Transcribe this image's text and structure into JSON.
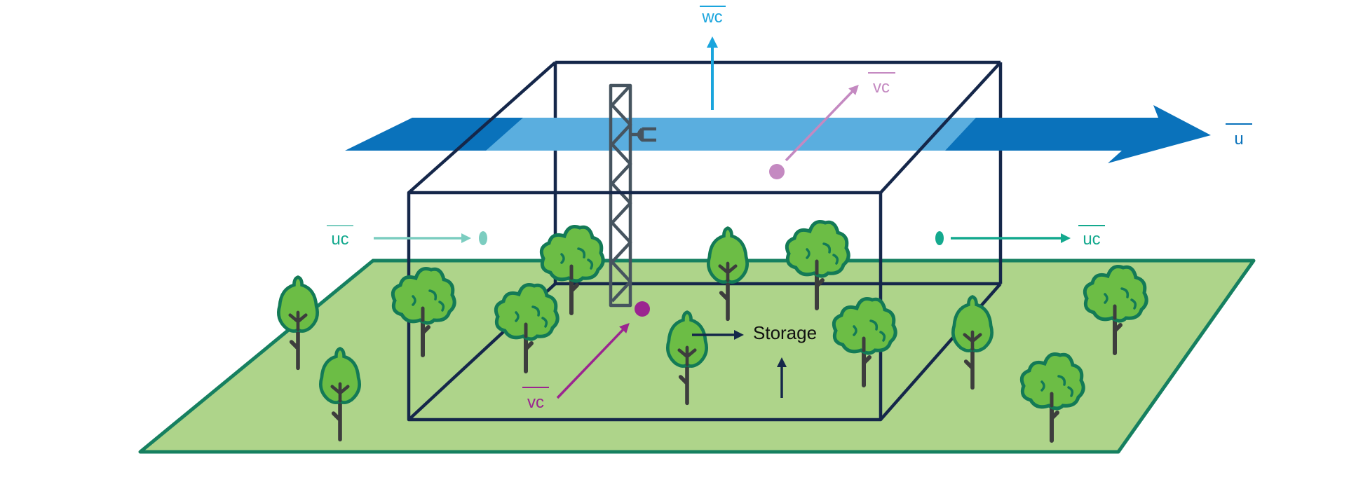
{
  "labels": {
    "wc": "wc",
    "u": "u",
    "uc_left": "uc",
    "uc_right": "uc",
    "vc_top": "vc",
    "vc_bottom": "vc",
    "storage": "Storage"
  },
  "colors": {
    "ground_fill": "#aed48a",
    "ground_stroke": "#168060",
    "box_stroke": "#15274a",
    "wind_dark": "#0a72bb",
    "wind_light": "#5aaedf",
    "wc_arrow": "#1aa5dd",
    "uc_left": "#7ccdc0",
    "uc_right": "#14a98e",
    "vc_top": "#c489c1",
    "vc_bottom": "#9b2590",
    "tree_fill": "#6cbd45",
    "tree_stroke": "#137a56",
    "trunk": "#3d3d3d",
    "tower": "#46545f"
  },
  "icons": [
    "tree-icon",
    "flux-tower-icon",
    "wind-arrow-icon",
    "storage-arrow-icon"
  ]
}
